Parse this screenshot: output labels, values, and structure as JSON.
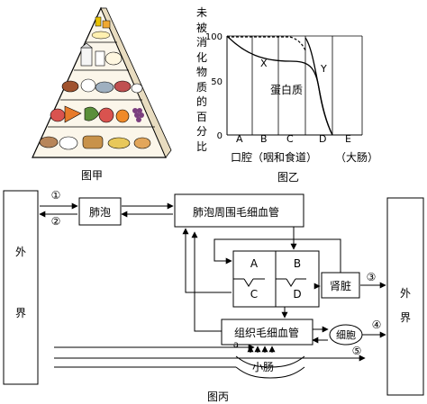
{
  "figures": {
    "jia": {
      "caption": "图甲"
    },
    "yi": {
      "caption": "图乙",
      "ylabel_chars": [
        "未",
        "被",
        "消",
        "化",
        "物",
        "质",
        "的",
        "百",
        "分",
        "比"
      ],
      "yticks": [
        "100",
        "50",
        "0"
      ],
      "xticks": [
        "A",
        "B",
        "C",
        "D",
        "E"
      ],
      "xlabel_mouth": "口腔",
      "xlabel_pharynx": "（咽和食道）",
      "xlabel_large": "（大肠）",
      "label_x": "X",
      "label_y": "Y",
      "label_protein": "蛋白质"
    },
    "bing": {
      "caption": "图丙",
      "outside_left": [
        "外",
        "界"
      ],
      "outside_right": [
        "外",
        "界"
      ],
      "alveoli": "肺泡",
      "alveolar_capillaries": "肺泡周围毛细血管",
      "heart_chambers": [
        "A",
        "B",
        "C",
        "D"
      ],
      "kidney": "肾脏",
      "tissue_capillaries": "组织毛细血管",
      "cell": "细胞",
      "small_intestine": "小肠",
      "label_a": "a",
      "circled": [
        "①",
        "②",
        "③",
        "④",
        "⑤"
      ]
    }
  },
  "colors": {
    "line": "#000000",
    "bread": "#c8924a",
    "meat": "#a0522d",
    "fruit": "#d9534f",
    "grape": "#7b3f7f",
    "veg": "#5a8f3a",
    "milk": "#f5f5f5",
    "oil": "#e8c200"
  }
}
